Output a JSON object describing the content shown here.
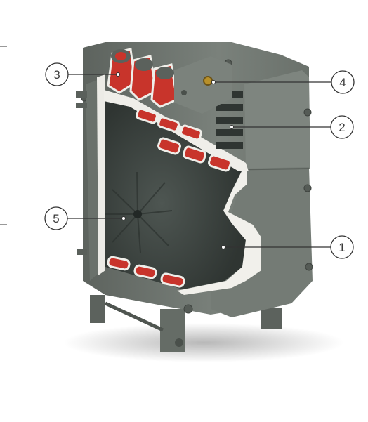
{
  "callouts": [
    {
      "id": "3",
      "label": "3"
    },
    {
      "id": "4",
      "label": "4"
    },
    {
      "id": "2",
      "label": "2"
    },
    {
      "id": "5",
      "label": "5"
    },
    {
      "id": "1",
      "label": "1"
    }
  ],
  "colors": {
    "castIron": "#6f7670",
    "castIronDark": "#4b514c",
    "castIronLight": "#8d948e",
    "interior": "#3c4340",
    "cutFace": "#f2f2ee",
    "waterway": "#c8342b",
    "waterwayDark": "#8e1f1a",
    "line": "#333333"
  }
}
